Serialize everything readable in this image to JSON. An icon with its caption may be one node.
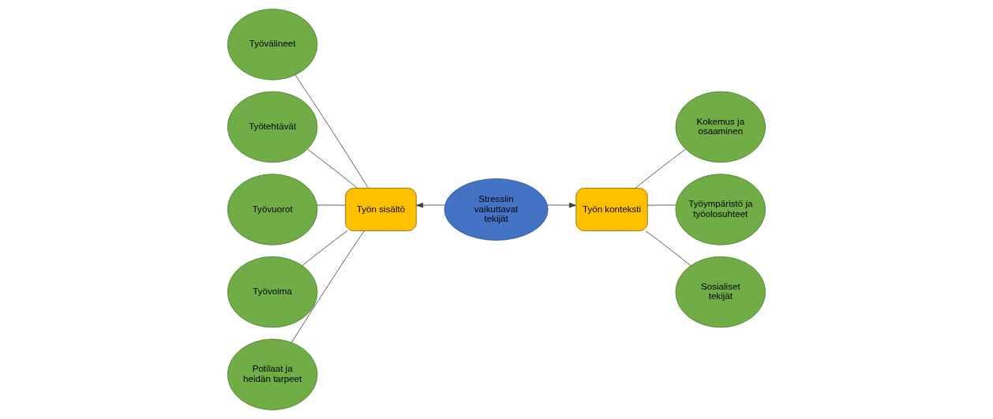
{
  "diagram": {
    "nodes": [
      {
        "text": [
          "Työvälineet"
        ]
      },
      {
        "text": [
          "Työtehtävät"
        ]
      },
      {
        "text": [
          "Kokemus ja osaaminen"
        ]
      },
      {
        "text": [
          "Työvuorot"
        ]
      },
      {
        "text": [
          "Työn sisältö"
        ]
      },
      {
        "text": [
          "Stressiin vaikuttavat tekijät"
        ]
      },
      {
        "text": [
          "Työn konteksti"
        ]
      },
      {
        "text": [
          "Työympäristö ja työolosuhteet"
        ]
      },
      {
        "text": [
          "Työvoima"
        ]
      },
      {
        "text": [
          "Potilaat ja heidän tarpeet"
        ]
      },
      {
        "text": [
          "Sosialiset tekijät"
        ]
      }
    ],
    "edges": [
      {
        "from": 5,
        "to": 4,
        "arrow": "to"
      },
      {
        "from": 5,
        "to": 6,
        "arrow": "to"
      },
      {
        "from": 4,
        "to": 0,
        "arrow": "none"
      },
      {
        "from": 4,
        "to": 1,
        "arrow": "none"
      },
      {
        "from": 4,
        "to": 3,
        "arrow": "none"
      },
      {
        "from": 4,
        "to": 8,
        "arrow": "none"
      },
      {
        "from": 4,
        "to": 9,
        "arrow": "none"
      },
      {
        "from": 6,
        "to": 2,
        "arrow": "none"
      },
      {
        "from": 6,
        "to": 7,
        "arrow": "none"
      },
      {
        "from": 6,
        "to": 10,
        "arrow": "none"
      }
    ]
  }
}
